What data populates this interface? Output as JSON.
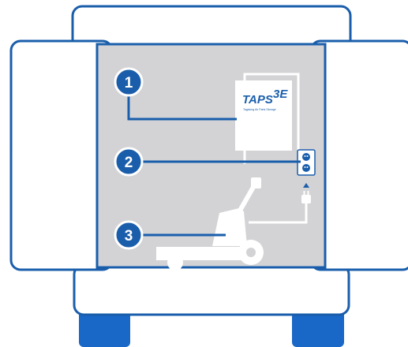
{
  "figure": {
    "name": "cart-storage-diagram",
    "description_labels": []
  },
  "logo": {
    "text": "TAPS",
    "superscript": "3E",
    "tagline": "Tagalong Air Parts Storage"
  },
  "callouts": [
    {
      "number": "1",
      "target": "taps-unit"
    },
    {
      "number": "2",
      "target": "power-outlet"
    },
    {
      "number": "3",
      "target": "cart"
    }
  ],
  "colors": {
    "outline_blue": "#1a5eab",
    "wheel_blue": "#1967c6",
    "callout_fill": "#1a5eab",
    "panel_gray": "#d3d3d5",
    "line_white": "#ffffff"
  }
}
